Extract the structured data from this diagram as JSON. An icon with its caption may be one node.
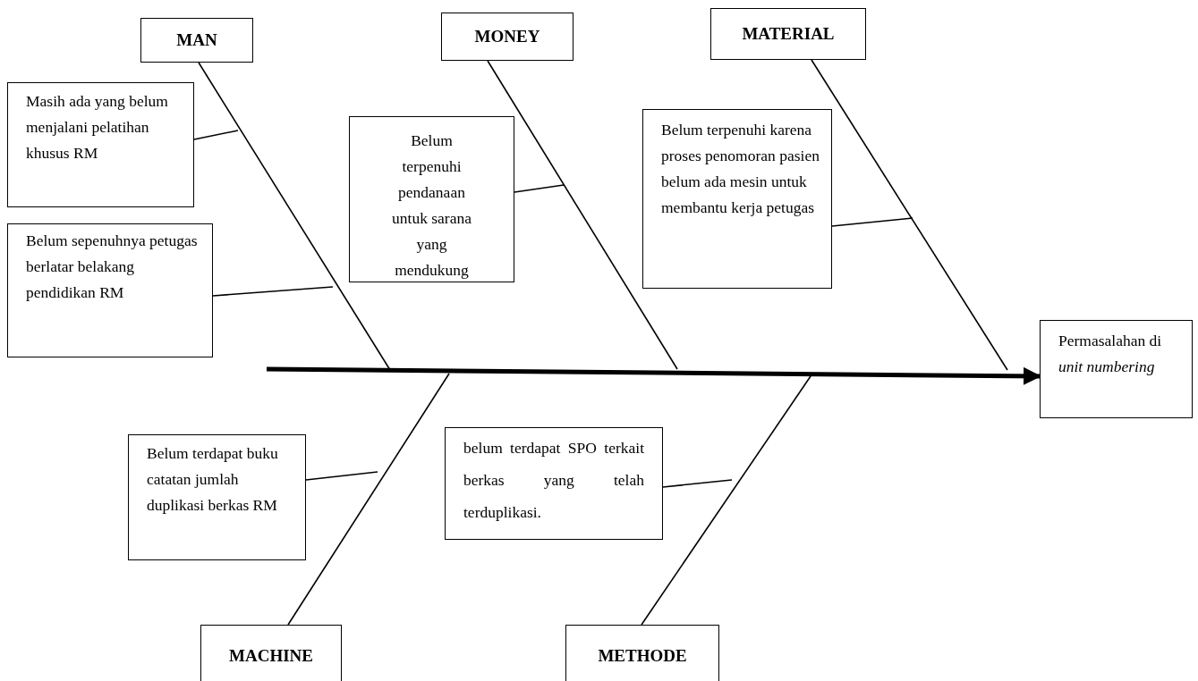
{
  "diagram": {
    "nodes": [
      {
        "text": [
          "MAN"
        ]
      },
      {
        "text": [
          "MONEY"
        ]
      },
      {
        "text": [
          "MATERIAL"
        ]
      },
      {
        "text": [
          "Masih ada yang belum menjalani pelatihan khusus RM"
        ]
      },
      {
        "text": [
          "Belum sepenuhnya petugas berlatar belakang pendidikan RM"
        ]
      },
      {
        "text": [
          "Belum terpenuhi pendanaan untuk sarana yang mendukung"
        ]
      },
      {
        "text": [
          "Belum terpenuhi karena proses penomoran pasien belum ada mesin untuk membantu kerja petugas"
        ]
      },
      {
        "text": [
          "Permasalahan di *unit numbering*"
        ]
      },
      {
        "text": [
          "Belum terdapat buku catatan jumlah duplikasi berkas RM"
        ]
      },
      {
        "text": [
          "belum terdapat SPO terkait berkas yang telah terduplikasi."
        ]
      },
      {
        "text": [
          "MACHINE"
        ]
      },
      {
        "text": [
          "METHODE"
        ]
      }
    ],
    "edges": [
      {
        "from": null,
        "to": 7,
        "arrow": "to",
        "style": "thick"
      },
      {
        "from": 0,
        "to": null,
        "arrow": "none"
      },
      {
        "from": 1,
        "to": null,
        "arrow": "none"
      },
      {
        "from": 2,
        "to": null,
        "arrow": "none"
      },
      {
        "from": 10,
        "to": null,
        "arrow": "none"
      },
      {
        "from": 11,
        "to": null,
        "arrow": "none"
      },
      {
        "from": 3,
        "to": null,
        "arrow": "none"
      },
      {
        "from": 4,
        "to": null,
        "arrow": "none"
      },
      {
        "from": 5,
        "to": null,
        "arrow": "none"
      },
      {
        "from": 6,
        "to": null,
        "arrow": "none"
      },
      {
        "from": 8,
        "to": null,
        "arrow": "none"
      },
      {
        "from": 9,
        "to": null,
        "arrow": "none"
      }
    ]
  }
}
